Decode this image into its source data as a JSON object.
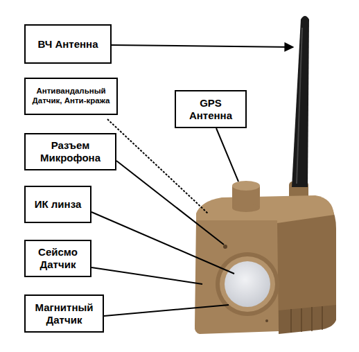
{
  "diagram": {
    "nodes": [
      {
        "text": [
          "ВЧ Антенна"
        ]
      },
      {
        "text": [
          "Антивандальный Датчик, Анти-кража"
        ]
      },
      {
        "text": [
          "GPS Антенна"
        ]
      },
      {
        "text": [
          "Разъем Микрофона"
        ]
      },
      {
        "text": [
          "ИК линза"
        ]
      },
      {
        "text": [
          "Сейсмо Датчик"
        ]
      },
      {
        "text": [
          "Магнитный Датчик"
        ]
      }
    ]
  }
}
